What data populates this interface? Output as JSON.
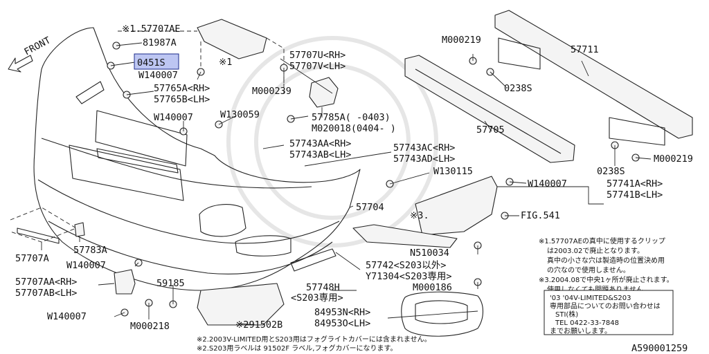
{
  "labels": {
    "front": "FRONT",
    "p57707ae": "※1.57707AE",
    "p81987a": "81987A",
    "p0451s": "0451S",
    "w140007_a": "W140007",
    "p57765a": "57765A<RH>",
    "p57765b": "57765B<LH>",
    "w140007_b": "W140007",
    "w130059": "W130059",
    "note1_mark": "※1",
    "m000239": "M000239",
    "p57707u": "57707U<RH>",
    "p57707v": "57707V<LH>",
    "p57785a": "57785A(   -0403)",
    "m020018": "M020018(0404-   )",
    "p57743aa": "57743AA<RH>",
    "p57743ab": "57743AB<LH>",
    "p57743ac": "57743AC<RH>",
    "p57743ad": "57743AD<LH>",
    "m000219_top": "M000219",
    "p0238s_top": "0238S",
    "p57711": "57711",
    "p57705": "57705",
    "p0238s_bot": "0238S",
    "m000219_bot": "M000219",
    "w130115": "W130115",
    "w140007_c": "W140007",
    "p57741a": "57741A<RH>",
    "p57741b": "57741B<LH>",
    "p57704": "57704",
    "note3_mark": "※3.",
    "fig541": "FIG.541",
    "p57707a": "57707A",
    "p57783a": "57783A",
    "w140007_d": "W140007",
    "p57707aa": "57707AA<RH>",
    "p57707ab": "57707AB<LH>",
    "p59185": "59185",
    "w140007_e": "W140007",
    "m000218": "M000218",
    "n510034": "N510034",
    "p57742": "57742<S203以外>",
    "y71304": "Y71304<S203専用>",
    "p57748h": "57748H",
    "s203_only": "<S203専用>",
    "m000186": "M000186",
    "p84953n": "84953N<RH>",
    "p84953o": "84953O<LH>",
    "p291502b": "※291502B"
  },
  "notes_right": [
    "※1.57707AEの真中に使用するクリップ",
    "は2003.02で廃止となります。",
    "真中の小さな穴は製造時の位置決め用",
    "の穴なので使用しません。",
    "※3.2004.08で中央1ヶ所が廃止されます。",
    "使用しなくても問題ありません。"
  ],
  "sti_box": [
    "'03 '04V-LIMITED&S203",
    "専用部品についてのお問い合わせは",
    "STI(株)",
    "TEL 0422-33-7848",
    "までお願いします。"
  ],
  "footnotes": [
    "※2.2003V-LIMITED用とS203用はフォグライトカバーには含まれません。",
    "※2.S203用ラベルは 91502F ラベル,フォグカバーになります。"
  ],
  "diagram_id": "A590001259",
  "colors": {
    "highlight": "#bdc6f2",
    "ink": "#111111"
  }
}
